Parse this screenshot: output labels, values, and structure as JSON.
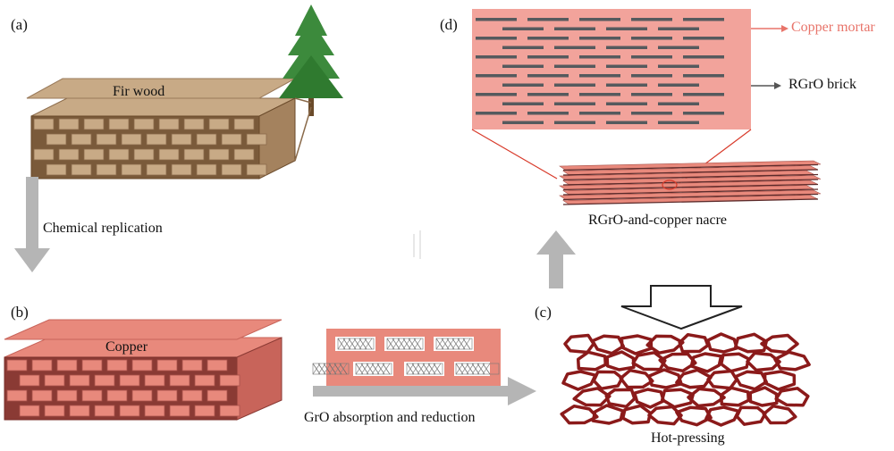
{
  "panels": {
    "a": {
      "tag": "(a)",
      "label": "Fir wood"
    },
    "b": {
      "tag": "(b)",
      "label": "Copper"
    },
    "c": {
      "tag": "(c)",
      "label": "Hot-pressing"
    },
    "d": {
      "tag": "(d)",
      "label": "RGrO-and-copper nacre"
    }
  },
  "arrows": {
    "a_to_b": "Chemical replication",
    "b_to_c": "GrO absorption and reduction"
  },
  "legend": {
    "mortar": "Copper mortar",
    "brick": "RGrO brick"
  },
  "colors": {
    "wood": "#c8aa86",
    "wood_dark": "#8a6a4a",
    "copper": "#e8897c",
    "copper_dark": "#a8524a",
    "mortar_bg": "#f2a39b",
    "brick": "#555a5e",
    "arrow_gray": "#b5b5b5",
    "deep_red": "#8b1a1a",
    "tree": "#3c8a3c"
  }
}
